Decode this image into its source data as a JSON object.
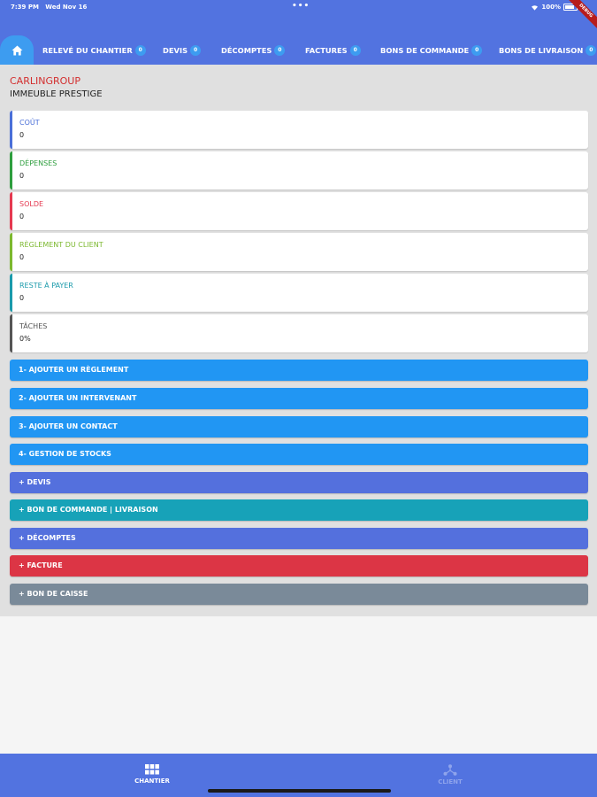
{
  "status_bar": {
    "time": "7:39 PM",
    "date": "Wed Nov 16",
    "dots": "•••",
    "battery": "100%"
  },
  "debug_ribbon": "DEBUG",
  "tabs": [
    {
      "label": "RELEVÉ DU CHANTIER",
      "badge": "0"
    },
    {
      "label": "DEVIS",
      "badge": "0"
    },
    {
      "label": "DÉCOMPTES",
      "badge": "0"
    },
    {
      "label": "FACTURES",
      "badge": "0"
    },
    {
      "label": "BONS DE COMMANDE",
      "badge": "0"
    },
    {
      "label": "BONS DE LIVRAISON",
      "badge": "0"
    }
  ],
  "header": {
    "company": "CARLINGROUP",
    "project": "IMMEUBLE PRESTIGE"
  },
  "cards": [
    {
      "label": "COÛT",
      "value": "0",
      "color": "#4a6fd8"
    },
    {
      "label": "DÉPENSES",
      "value": "0",
      "color": "#2e9e3e"
    },
    {
      "label": "SOLDE",
      "value": "0",
      "color": "#e53950"
    },
    {
      "label": "RÈGLEMENT DU CLIENT",
      "value": "0",
      "color": "#7cb82f"
    },
    {
      "label": "RESTE À PAYER",
      "value": "0",
      "color": "#1a9aab"
    },
    {
      "label": "TÂCHES",
      "value": "0%",
      "color": "#555555"
    }
  ],
  "actions": [
    {
      "label": "1- AJOUTER UN RÈGLEMENT",
      "color": "#2196f3"
    },
    {
      "label": "2- AJOUTER UN INTERVENANT",
      "color": "#2196f3"
    },
    {
      "label": "3- AJOUTER UN CONTACT",
      "color": "#2196f3"
    },
    {
      "label": "4- GESTION DE STOCKS",
      "color": "#2196f3"
    },
    {
      "label": "+ DEVIS",
      "color": "#5470dd"
    },
    {
      "label": "+ BON DE COMMANDE | LIVRAISON",
      "color": "#17a2b8"
    },
    {
      "label": "+ DÉCOMPTES",
      "color": "#5470dd"
    },
    {
      "label": "+ FACTURE",
      "color": "#dc3545"
    },
    {
      "label": "+ BON DE CAISSE",
      "color": "#7a8a99"
    }
  ],
  "bottom_nav": [
    {
      "label": "CHANTIER",
      "icon": "grid-icon",
      "active": true
    },
    {
      "label": "CLIENT",
      "icon": "share-icon",
      "active": false
    }
  ]
}
